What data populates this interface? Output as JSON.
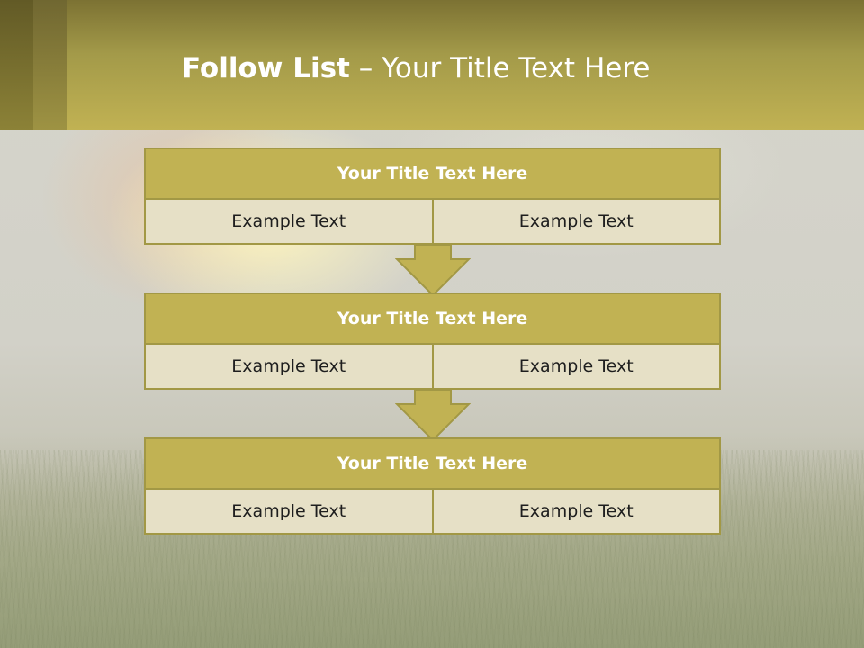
{
  "slide": {
    "title_bold": "Follow List",
    "title_rest": " – Your Title Text Here"
  },
  "steps": [
    {
      "heading": "Your Title Text Here",
      "left": "Example Text",
      "right": "Example Text"
    },
    {
      "heading": "Your Title Text Here",
      "left": "Example Text",
      "right": "Example Text"
    },
    {
      "heading": "Your Title Text Here",
      "left": "Example Text",
      "right": "Example Text"
    }
  ],
  "colors": {
    "accent": "#c1b253",
    "border": "#a29845",
    "cell": "#e6e0c6"
  },
  "icons": [
    "down-arrow-icon",
    "down-arrow-icon"
  ]
}
